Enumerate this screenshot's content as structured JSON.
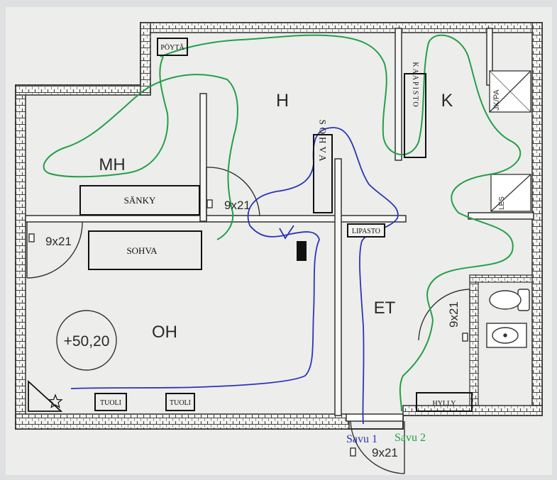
{
  "rooms": {
    "h": "H",
    "k": "K",
    "mh": "MH",
    "oh": "OH",
    "et": "ET"
  },
  "furniture": {
    "poyta": "PÖYTÄ",
    "kaapisto": "KAAPISTO",
    "sohva_vertical": "SOHVA",
    "sanky": "SÄNKY",
    "sohva": "SOHVA",
    "lipasto": "LIPASTO",
    "tuoli_1": "TUOLI",
    "tuoli_2": "TUOLI",
    "hylly": "HYLLY"
  },
  "doors": {
    "d1": "9x21",
    "d2": "9x21",
    "d3": "9x21",
    "d4": "9x21"
  },
  "appliances": {
    "jkpa": "JK/PA",
    "les": "LES"
  },
  "level": "+50,20",
  "smoke": {
    "savu1": "Savu 1",
    "savu2": "Savu 2",
    "savu1_color": "#2b35b8",
    "savu2_color": "#23a046"
  },
  "icons": {
    "star": "star-icon",
    "stairs": "stairs-icon"
  }
}
